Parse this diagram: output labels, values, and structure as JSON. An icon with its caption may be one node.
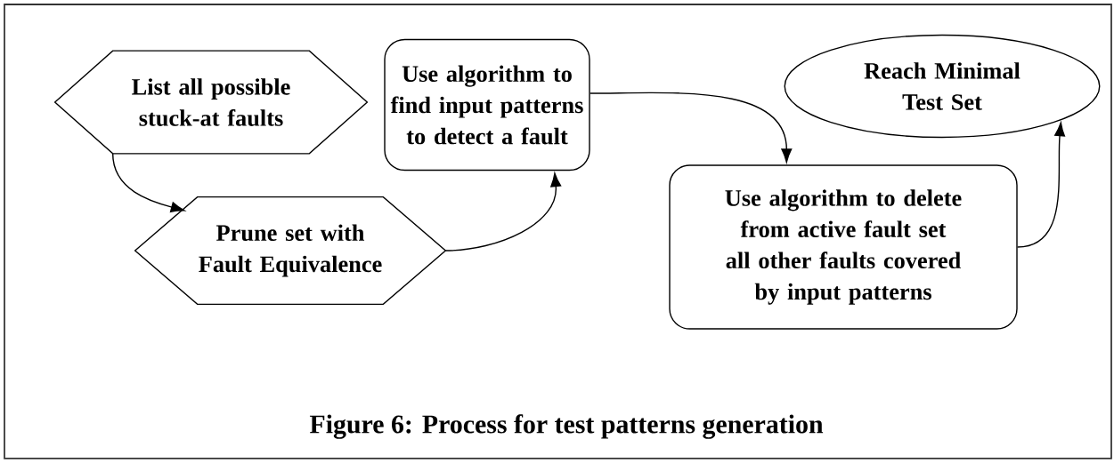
{
  "diagram": {
    "caption": "Figure 6: Process for test patterns generation",
    "nodes": [
      {
        "text": [
          "List all possible stuck-at faults"
        ]
      },
      {
        "text": [
          "Prune set with Fault Equivalence"
        ]
      },
      {
        "text": [
          "Use algorithm to find input patterns to detect a fault"
        ]
      },
      {
        "text": [
          "Use algorithm to delete from active fault set all other faults covered by input patterns"
        ]
      },
      {
        "text": [
          "Reach Minimal Test Set"
        ]
      }
    ],
    "edges": [
      {
        "from": 0,
        "to": 1,
        "arrow": "to"
      },
      {
        "from": 1,
        "to": 2,
        "arrow": "to"
      },
      {
        "from": 2,
        "to": 3,
        "arrow": "to"
      },
      {
        "from": 3,
        "to": 4,
        "arrow": "to"
      }
    ]
  }
}
